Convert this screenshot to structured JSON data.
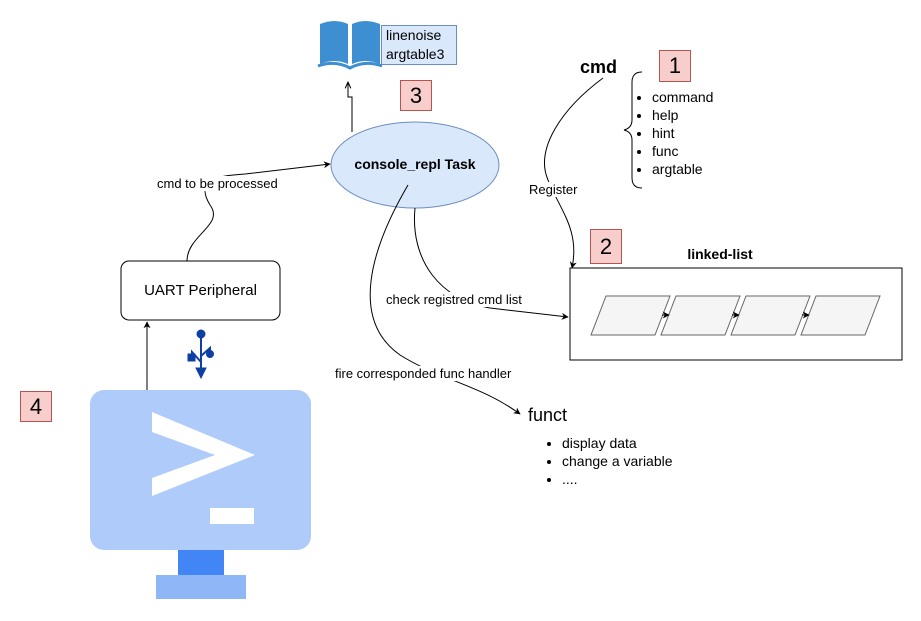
{
  "book": {
    "line1": "linenoise",
    "line2": "argtable3",
    "icon": "book-icon"
  },
  "nodes": {
    "console_task": "console_repl Task",
    "uart": "UART Peripheral",
    "linked_list_title": "linked-list",
    "cmd_title": "cmd",
    "funct_title": "funct"
  },
  "badges": {
    "b1": "1",
    "b2": "2",
    "b3": "3",
    "b4": "4"
  },
  "cmd_fields": [
    "command",
    "help",
    "hint",
    "func",
    "argtable"
  ],
  "funct_items": [
    "display data",
    "change a variable",
    "...."
  ],
  "edge_labels": {
    "cmd_to_process": "cmd to be processed",
    "register": "Register",
    "check_list": "check registred cmd list",
    "fire_handler": "fire corresponded func handler"
  },
  "icons": {
    "usb": "usb-icon",
    "terminal": "terminal-monitor-icon"
  },
  "colors": {
    "ellipse_fill": "#dae8fc",
    "ellipse_stroke": "#6c8ebf",
    "badge_fill": "#f8cecc",
    "badge_stroke": "#b85450",
    "monitor_light": "#aecbfa",
    "monitor_dark": "#4285f4",
    "usb": "#0d3fa3"
  }
}
